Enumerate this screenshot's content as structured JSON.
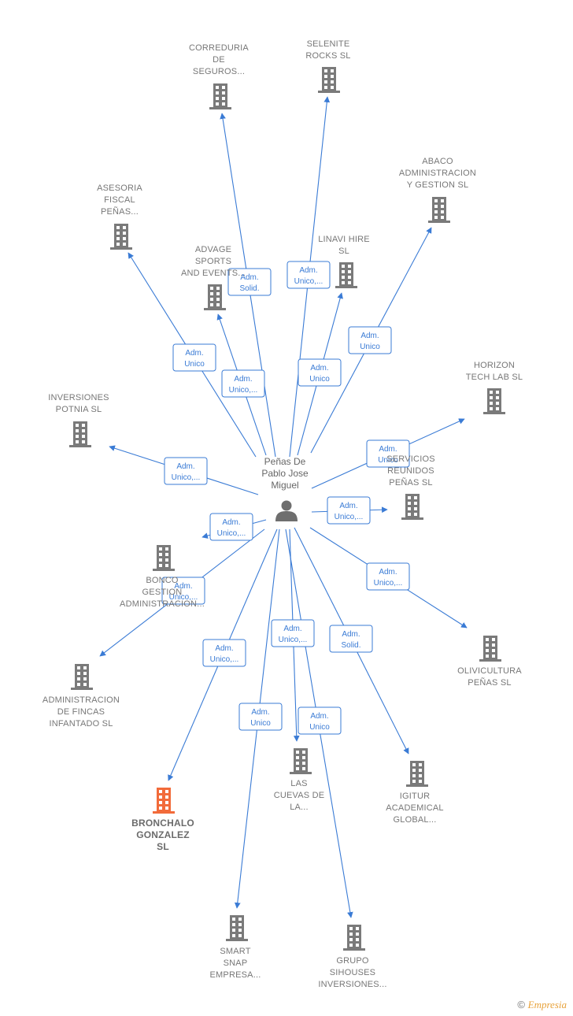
{
  "center": {
    "label": [
      "Peñas De",
      "Pablo Jose",
      "Miguel"
    ],
    "icon": "person-icon"
  },
  "colors": {
    "edge": "#3a7bd5",
    "building": "#7a7a7a",
    "highlight": "#f26b3a",
    "label": "#777777"
  },
  "nodes": [
    {
      "id": "correduria",
      "label": [
        "CORREDURIA",
        "DE",
        "SEGUROS..."
      ],
      "icon": "building-icon"
    },
    {
      "id": "selenite",
      "label": [
        "SELENITE",
        "ROCKS  SL"
      ],
      "icon": "building-icon"
    },
    {
      "id": "abaco",
      "label": [
        "ABACO",
        "ADMINISTRACION",
        "Y GESTION  SL"
      ],
      "icon": "building-icon"
    },
    {
      "id": "asesoria",
      "label": [
        "ASESORIA",
        "FISCAL",
        "PEÑAS..."
      ],
      "icon": "building-icon"
    },
    {
      "id": "advage",
      "label": [
        "ADVAGE",
        "SPORTS",
        "AND EVENTS..."
      ],
      "icon": "building-icon"
    },
    {
      "id": "linavi",
      "label": [
        "LINAVI HIRE",
        "SL"
      ],
      "icon": "building-icon"
    },
    {
      "id": "horizon",
      "label": [
        "HORIZON",
        "TECH LAB  SL"
      ],
      "icon": "building-icon"
    },
    {
      "id": "inversiones-potnia",
      "label": [
        "INVERSIONES",
        "POTNIA  SL"
      ],
      "icon": "building-icon"
    },
    {
      "id": "servicios",
      "label": [
        "SERVICIOS",
        "REUNIDOS",
        "PEÑAS  SL"
      ],
      "icon": "building-icon"
    },
    {
      "id": "bonco",
      "label": [
        "BONCO",
        "GESTION",
        "ADMINISTRACION..."
      ],
      "icon": "building-icon"
    },
    {
      "id": "olivicultura",
      "label": [
        "OLIVICULTURA",
        "PEÑAS  SL"
      ],
      "icon": "building-icon"
    },
    {
      "id": "admin-fincas",
      "label": [
        "ADMINISTRACION",
        "DE FINCAS",
        "INFANTADO  SL"
      ],
      "icon": "building-icon"
    },
    {
      "id": "bronchalo",
      "label": [
        "BRONCHALO",
        "GONZALEZ",
        "SL"
      ],
      "icon": "building-icon",
      "highlight": true
    },
    {
      "id": "las-cuevas",
      "label": [
        "LAS",
        "CUEVAS DE",
        "LA..."
      ],
      "icon": "building-icon"
    },
    {
      "id": "igitur",
      "label": [
        "IGITUR",
        "ACADEMICAL",
        "GLOBAL..."
      ],
      "icon": "building-icon"
    },
    {
      "id": "smart-snap",
      "label": [
        "SMART",
        "SNAP",
        "EMPRESA..."
      ],
      "icon": "building-icon"
    },
    {
      "id": "grupo-sihouses",
      "label": [
        "GRUPO",
        "SIHOUSES",
        "INVERSIONES..."
      ],
      "icon": "building-icon"
    }
  ],
  "edges": [
    {
      "to": "correduria",
      "label": [
        "Adm.",
        "Solid."
      ]
    },
    {
      "to": "selenite",
      "label": [
        "Adm.",
        "Unico,..."
      ]
    },
    {
      "to": "abaco",
      "label": [
        "Adm.",
        "Unico"
      ]
    },
    {
      "to": "asesoria",
      "label": [
        "Adm.",
        "Unico"
      ]
    },
    {
      "to": "advage",
      "label": [
        "Adm.",
        "Unico,..."
      ]
    },
    {
      "to": "linavi",
      "label": [
        "Adm.",
        "Unico"
      ]
    },
    {
      "to": "horizon",
      "label": [
        "Adm.",
        "Unico"
      ]
    },
    {
      "to": "inversiones-potnia",
      "label": [
        "Adm.",
        "Unico,..."
      ]
    },
    {
      "to": "servicios",
      "label": [
        "Adm.",
        "Unico,..."
      ]
    },
    {
      "to": "bonco",
      "label": [
        "Adm.",
        "Unico,..."
      ]
    },
    {
      "to": "olivicultura",
      "label": [
        "Adm.",
        "Unico,..."
      ]
    },
    {
      "to": "admin-fincas",
      "label": [
        "Adm.",
        "Unico,..."
      ]
    },
    {
      "to": "bronchalo",
      "label": [
        "Adm.",
        "Unico,..."
      ]
    },
    {
      "to": "las-cuevas",
      "label": [
        "Adm.",
        "Unico,..."
      ]
    },
    {
      "to": "igitur",
      "label": [
        "Adm.",
        "Solid."
      ]
    },
    {
      "to": "smart-snap",
      "label": [
        "Adm.",
        "Unico"
      ]
    },
    {
      "to": "grupo-sihouses",
      "label": [
        "Adm.",
        "Unico"
      ]
    }
  ],
  "footer": {
    "copyright": "©",
    "brand": "Empresia"
  }
}
